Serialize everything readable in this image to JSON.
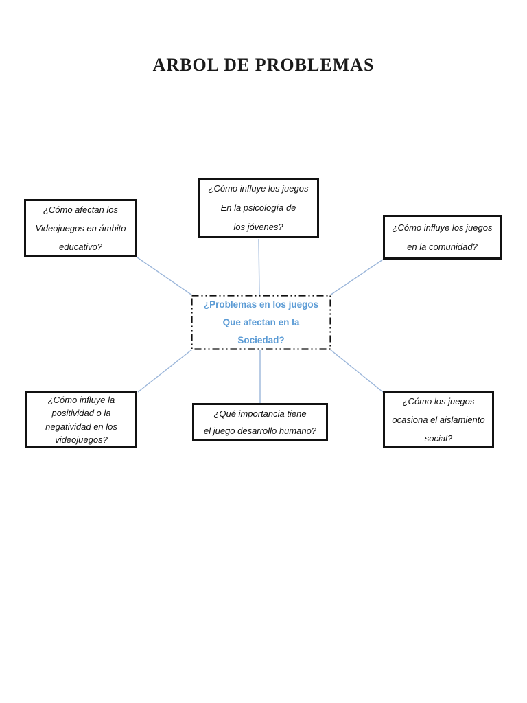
{
  "page": {
    "title": "ARBOL DE PROBLEMAS",
    "background_color": "#ffffff"
  },
  "diagram": {
    "center": {
      "lines": [
        "¿Problemas en los juegos",
        "Que afectan en la",
        "Sociedad?"
      ],
      "text_color": "#5b9bd5",
      "border_style": "dash-dot"
    },
    "nodes": [
      {
        "id": "top-left",
        "lines": [
          "¿Cómo afectan los",
          "Videojuegos en ámbito",
          "educativo?"
        ]
      },
      {
        "id": "top-center",
        "lines": [
          "¿Cómo influye los juegos",
          "En la psicología de",
          "los jóvenes?"
        ]
      },
      {
        "id": "top-right",
        "lines": [
          "¿Cómo influye los juegos",
          "en la comunidad?"
        ]
      },
      {
        "id": "bottom-left",
        "lines": [
          "¿Cómo influye la",
          "positividad o la",
          "negatividad en los",
          "videojuegos?"
        ]
      },
      {
        "id": "bottom-center",
        "lines": [
          "¿Qué importancia tiene",
          "el juego desarrollo humano?"
        ]
      },
      {
        "id": "bottom-right",
        "lines": [
          "¿Cómo los juegos",
          "ocasiona el aislamiento",
          "social?"
        ]
      }
    ],
    "connector_color": "#9bb6da",
    "node_border_color": "#111111"
  }
}
